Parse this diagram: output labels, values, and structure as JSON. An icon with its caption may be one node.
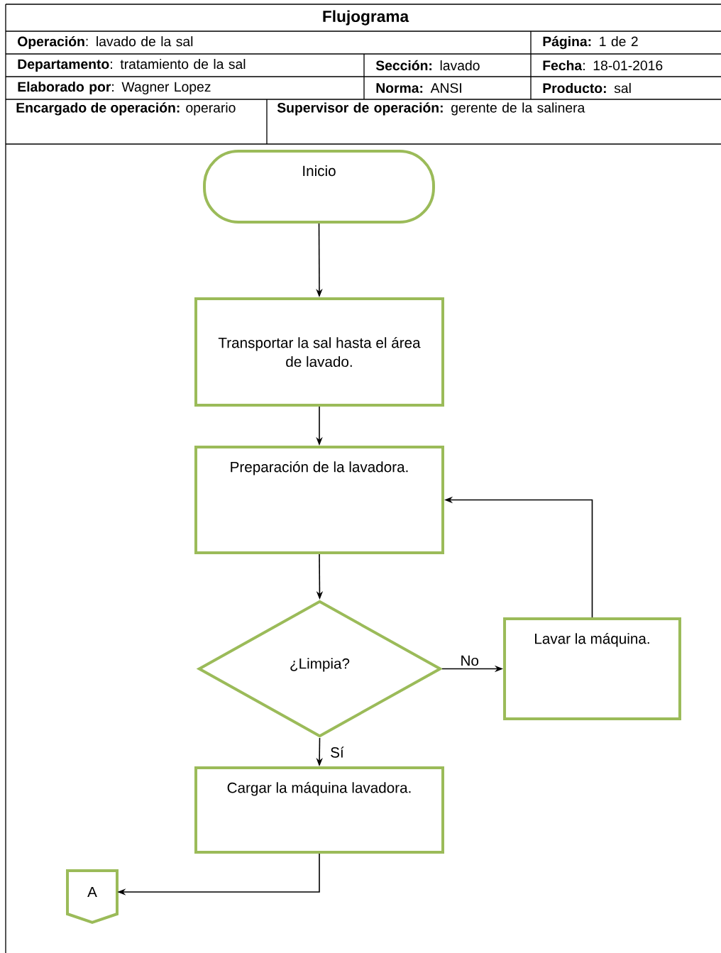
{
  "diagram": {
    "title": "Flujograma",
    "nodes": [
      {
        "text": [
          "Inicio"
        ]
      },
      {
        "text": [
          "Transportar la sal hasta el área de lavado."
        ]
      },
      {
        "text": [
          "Preparación de la lavadora."
        ]
      },
      {
        "text": [
          "¿Limpia?"
        ]
      },
      {
        "text": [
          "Lavar la máquina."
        ]
      },
      {
        "text": [
          "Cargar la máquina lavadora."
        ]
      },
      {
        "text": [
          "A"
        ]
      }
    ],
    "edges": [
      {
        "from": 0,
        "to": 1,
        "arrow": "to"
      },
      {
        "from": 1,
        "to": 2,
        "arrow": "to"
      },
      {
        "from": 2,
        "to": 3,
        "arrow": "to"
      },
      {
        "from": 3,
        "to": 4,
        "arrow": "to",
        "label": "No"
      },
      {
        "from": 4,
        "to": 2,
        "arrow": "to"
      },
      {
        "from": 3,
        "to": 5,
        "arrow": "to",
        "label": "Sí"
      },
      {
        "from": 5,
        "to": 6,
        "arrow": "to"
      }
    ],
    "labels": [
      "**Operación**: lavado de la sal",
      "**Página:** 1 de 2",
      "**Departamento**: tratamiento de la sal",
      "**Sección:** lavado",
      "**Fecha**: 18-01-2016",
      "**Elaborado por**: Wagner Lopez",
      "**Norma:** ANSI",
      "**Producto:** sal",
      "**Encargado de operación:** operario",
      "**Supervisor de operación:** gerente de la salinera"
    ]
  }
}
